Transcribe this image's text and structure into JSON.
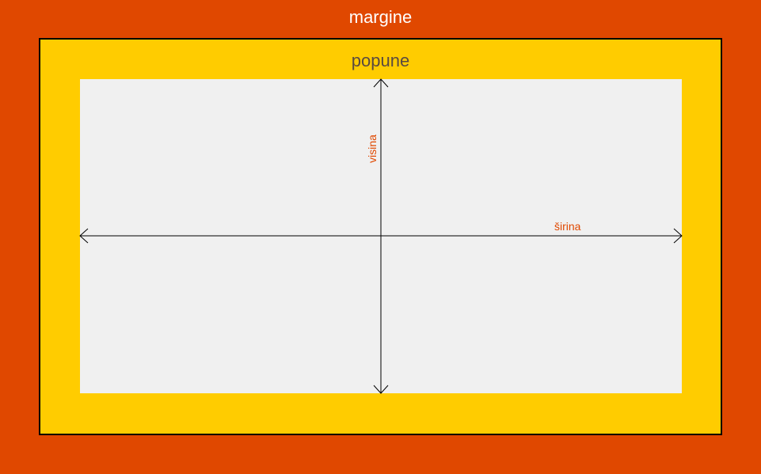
{
  "labels": {
    "margin": "margine",
    "padding": "popune",
    "width": "širina",
    "height": "visina"
  },
  "colors": {
    "margin": "#e04800",
    "padding": "#ffcc00",
    "border": "#000000",
    "content": "#f0f0f0",
    "dimension_text": "#e04800",
    "margin_text": "#ffffff",
    "padding_text": "#5a4a40"
  }
}
